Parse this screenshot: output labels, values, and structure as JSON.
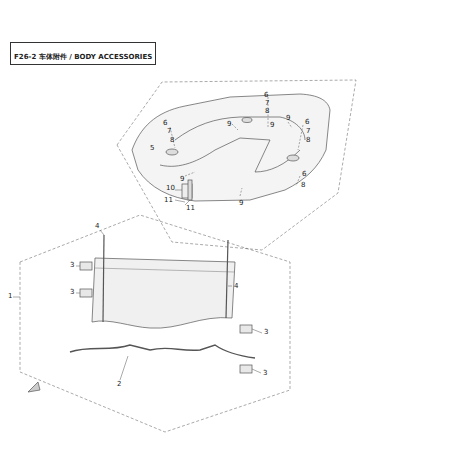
{
  "diagram": {
    "nodes": [
      {
        "text": [
          "F26-2 车体附件 / BODY ACCESSORIES"
        ]
      }
    ],
    "labels": [
      "6",
      "7",
      "8",
      "9",
      "6",
      "7",
      "8",
      "9",
      "6",
      "7",
      "8",
      "9",
      "6",
      "8",
      "9",
      "9",
      "5",
      "10",
      "11",
      "11",
      "1",
      "4",
      "3",
      "3",
      "4",
      "3",
      "3",
      "2"
    ]
  }
}
